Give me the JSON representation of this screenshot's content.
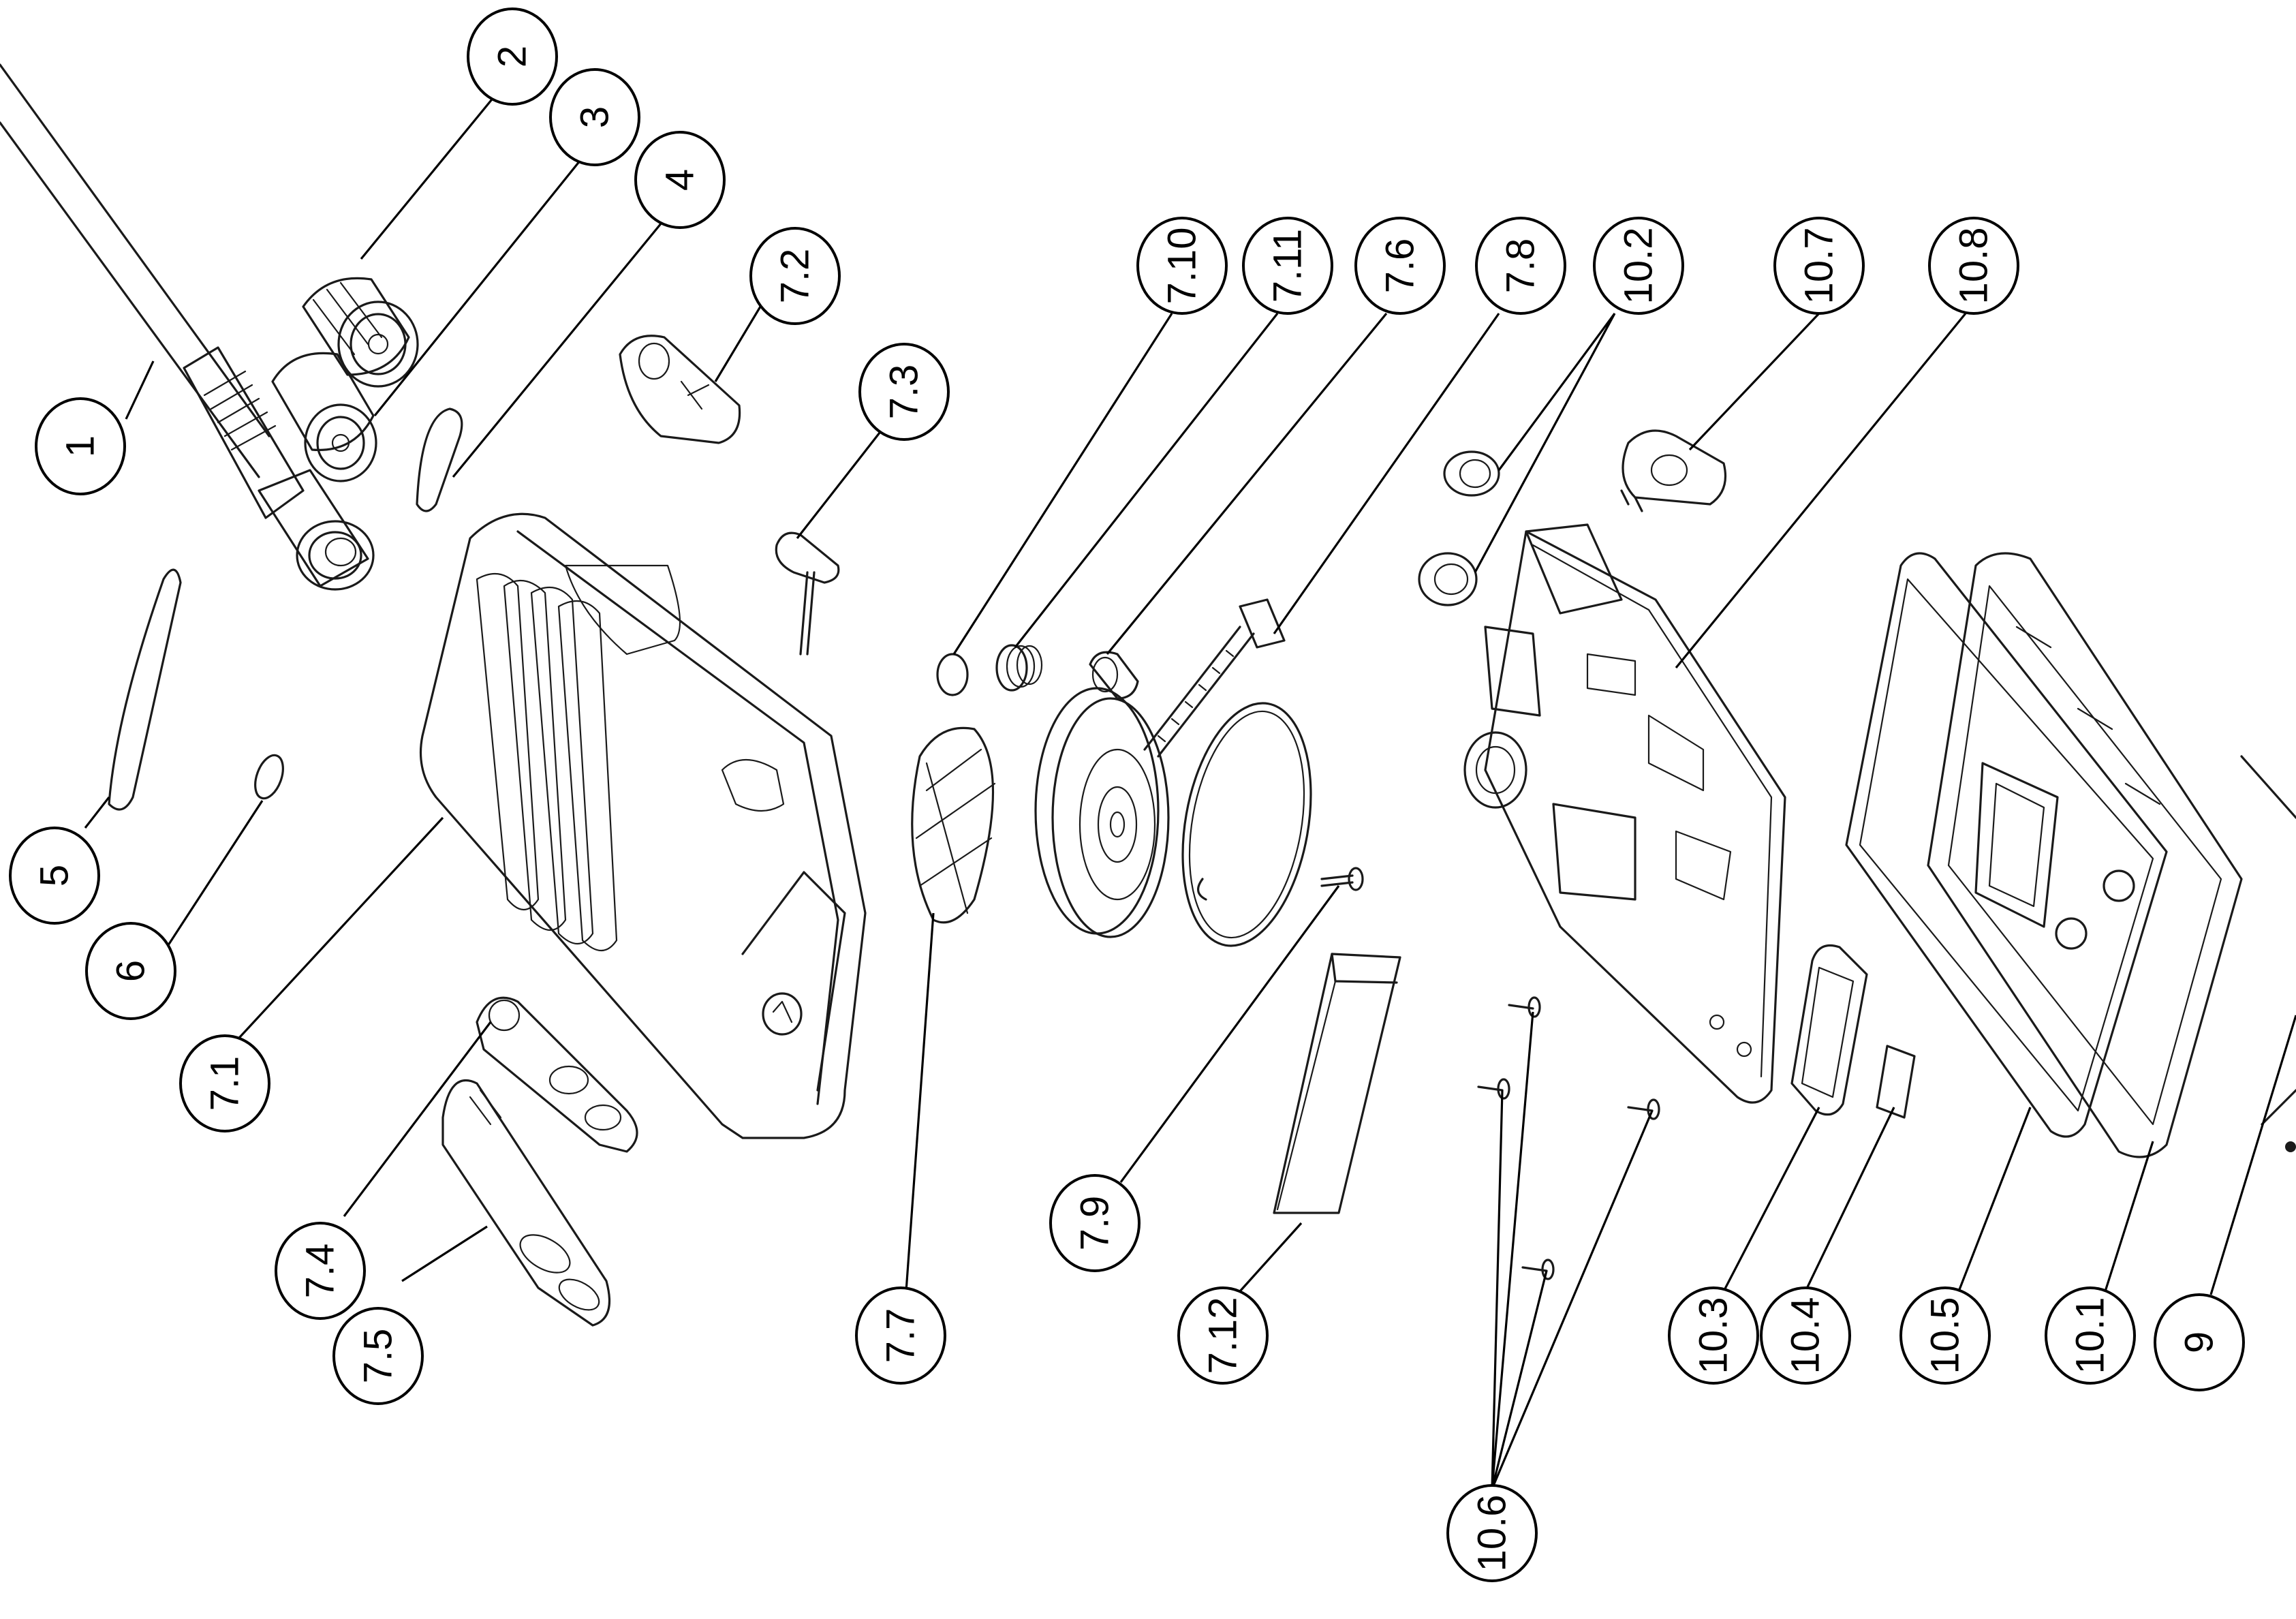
{
  "diagram": {
    "type": "exploded-parts-view",
    "line_color": "#000000",
    "background_color": "#ffffff",
    "callouts": [
      {
        "id": "c1",
        "label": "1"
      },
      {
        "id": "c2",
        "label": "2"
      },
      {
        "id": "c3",
        "label": "3"
      },
      {
        "id": "c4",
        "label": "4"
      },
      {
        "id": "c5",
        "label": "5"
      },
      {
        "id": "c6",
        "label": "6"
      },
      {
        "id": "c7_1",
        "label": "7.1"
      },
      {
        "id": "c7_2",
        "label": "7.2"
      },
      {
        "id": "c7_3",
        "label": "7.3"
      },
      {
        "id": "c7_4",
        "label": "7.4"
      },
      {
        "id": "c7_5",
        "label": "7.5"
      },
      {
        "id": "c7_6",
        "label": "7.6"
      },
      {
        "id": "c7_7",
        "label": "7.7"
      },
      {
        "id": "c7_8",
        "label": "7.8"
      },
      {
        "id": "c7_9",
        "label": "7.9"
      },
      {
        "id": "c7_10",
        "label": "7.10"
      },
      {
        "id": "c7_11",
        "label": "7.11"
      },
      {
        "id": "c7_12",
        "label": "7.12"
      },
      {
        "id": "c9",
        "label": "9"
      },
      {
        "id": "c10_1",
        "label": "10.1"
      },
      {
        "id": "c10_2",
        "label": "10.2"
      },
      {
        "id": "c10_3",
        "label": "10.3"
      },
      {
        "id": "c10_4",
        "label": "10.4"
      },
      {
        "id": "c10_5",
        "label": "10.5"
      },
      {
        "id": "c10_6",
        "label": "10.6"
      },
      {
        "id": "c10_7",
        "label": "10.7"
      },
      {
        "id": "c10_8",
        "label": "10.8"
      }
    ]
  }
}
